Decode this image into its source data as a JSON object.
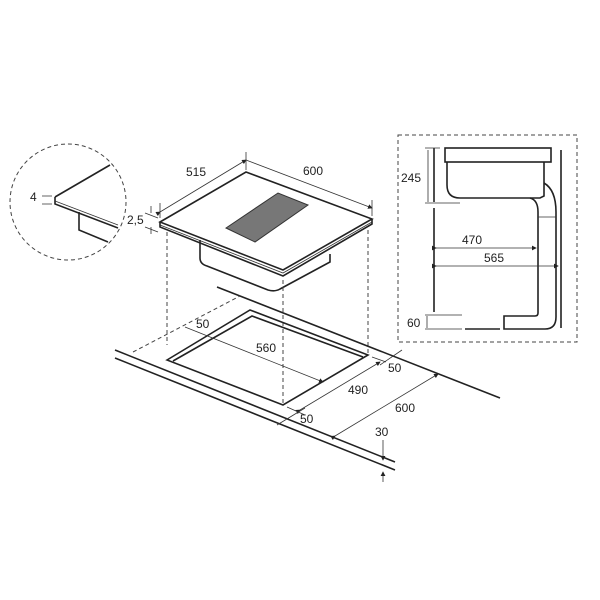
{
  "diagram": {
    "detail": {
      "thickness_label": "4"
    },
    "hob": {
      "depth_label": "515",
      "width_label": "600",
      "edge_label": "2,5"
    },
    "cutout": {
      "side_margin_label": "50",
      "width_label": "560",
      "depth_label": "490",
      "rear_margin_label": "50",
      "front_margin_label": "50",
      "worktop_depth_label": "600",
      "worktop_thickness_label": "30"
    },
    "side_view": {
      "height_label": "245",
      "depth1_label": "470",
      "depth2_label": "565",
      "bottom_label": "60"
    }
  }
}
